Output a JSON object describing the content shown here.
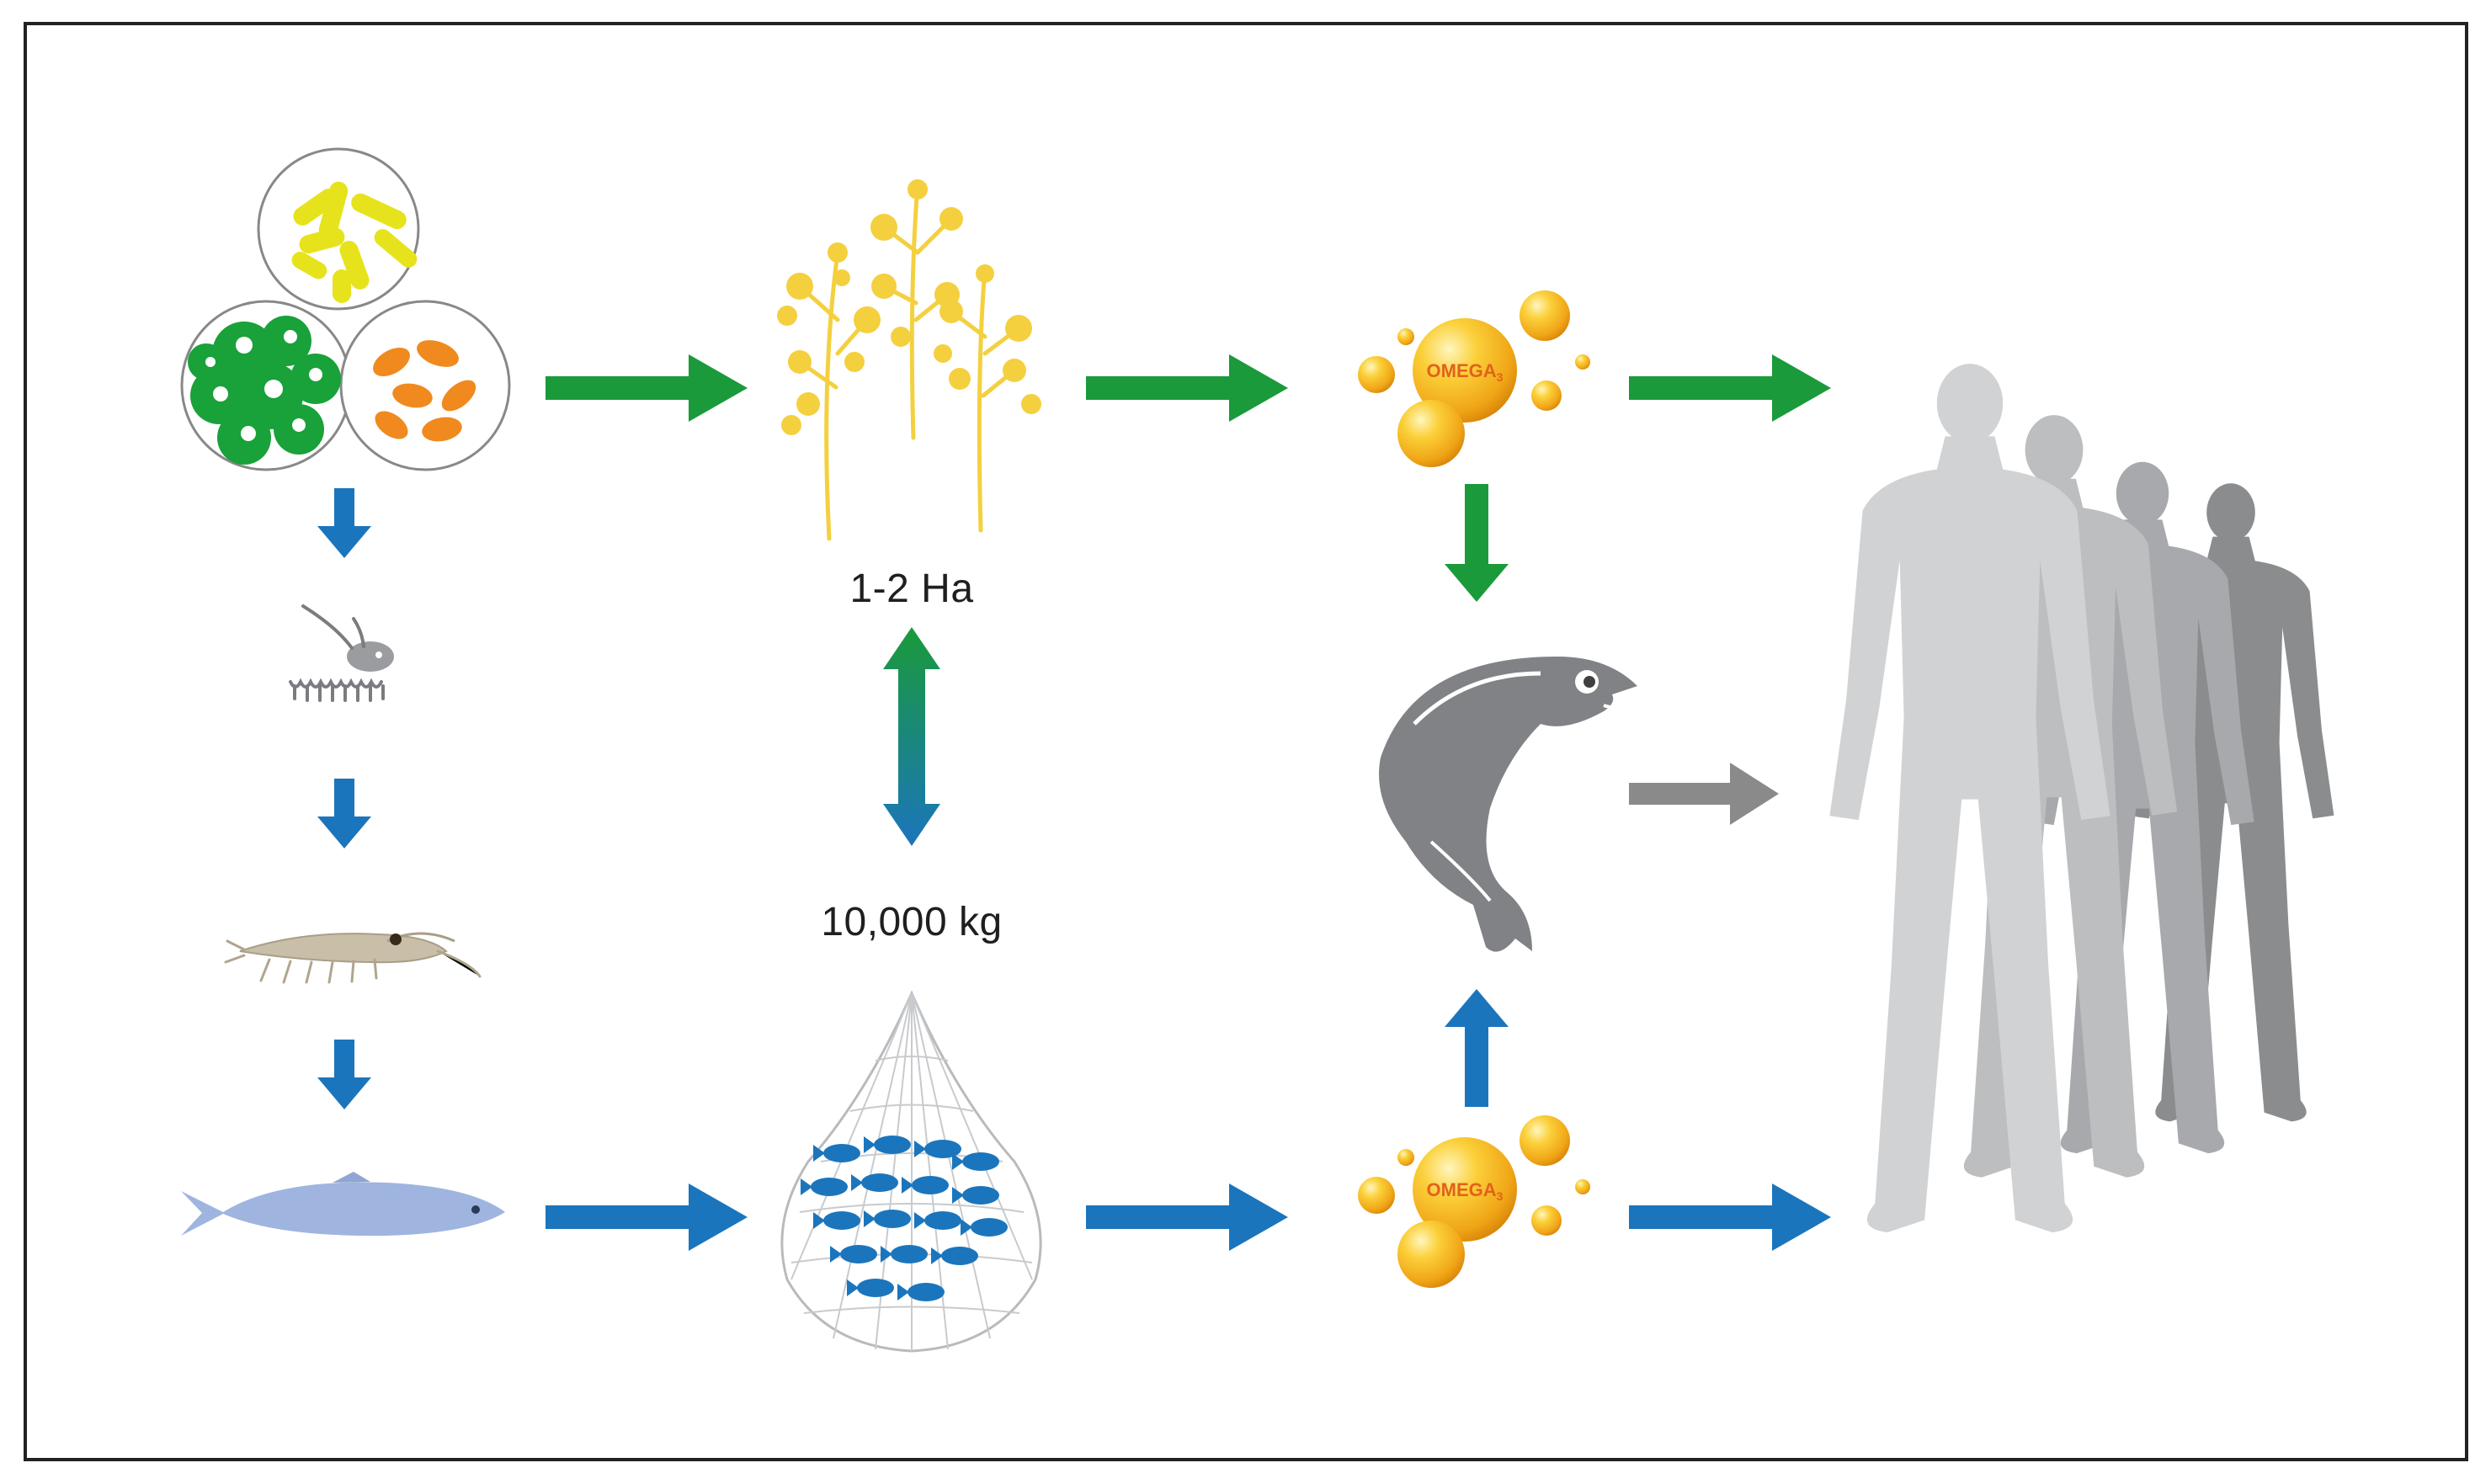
{
  "labels": {
    "land_area": "1-2 Ha",
    "fish_mass": "10,000 kg"
  },
  "omega_label": {
    "word": "OMEGA",
    "subscript": "3"
  },
  "colors": {
    "green_arrow": "#1a9a3a",
    "blue_arrow": "#1b75bc",
    "grey_arrow": "#8a8a8a",
    "algae_green": "#19a13a",
    "algae_yellow": "#e6e31c",
    "algae_orange": "#f08a1e",
    "canola_yellow": "#f4d03f",
    "omega_gold": "#f2a81d",
    "salmon_grey": "#808285",
    "anchovy_blue": "#9fb5e0",
    "net_fish_blue": "#1b75bc",
    "human_light": "#d1d2d4",
    "human_dark": "#8a8c8e"
  },
  "icons": [
    "microalgae-cluster-icon",
    "copepod-icon",
    "krill-icon",
    "anchovy-icon",
    "canola-plant-icon",
    "fish-net-icon",
    "omega3-oil-icon",
    "salmon-icon",
    "human-silhouettes-icon"
  ]
}
